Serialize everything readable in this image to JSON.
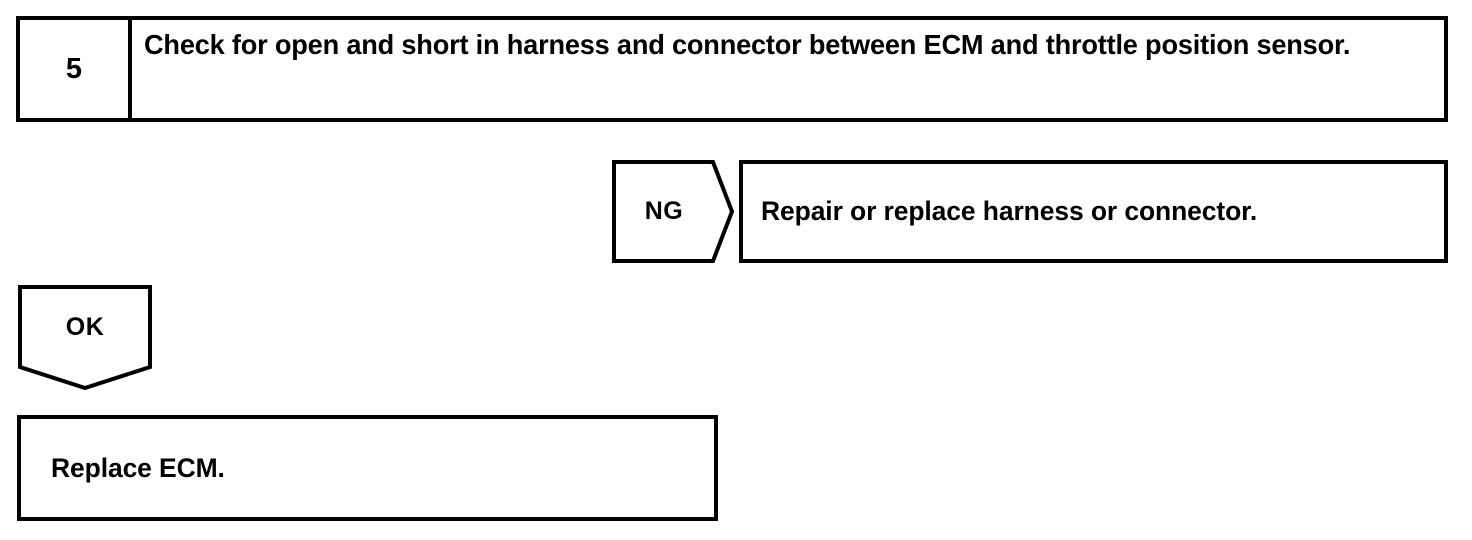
{
  "flowchart": {
    "step": {
      "number": "5",
      "instruction": "Check for open and short in harness and connector between ECM and throttle position sensor."
    },
    "branches": [
      {
        "tag": "NG",
        "result": "Repair or replace harness or connector."
      },
      {
        "tag": "OK",
        "result": "Replace ECM."
      }
    ],
    "colors": {
      "stroke": "#000000",
      "fill": "#ffffff",
      "text": "#000000"
    }
  }
}
